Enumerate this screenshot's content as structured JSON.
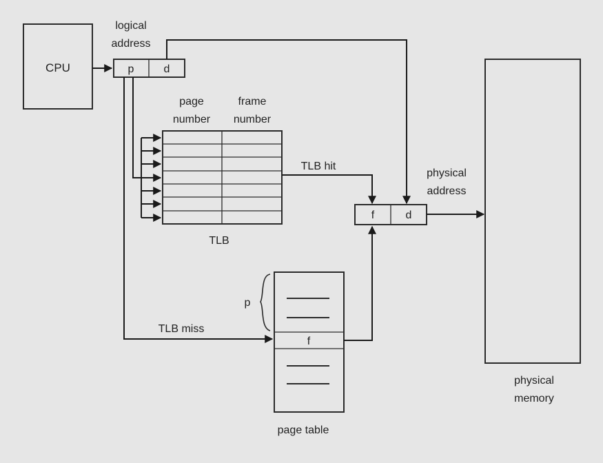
{
  "cpu": {
    "label": "CPU"
  },
  "logical_address": {
    "line1": "logical",
    "line2": "address",
    "p": "p",
    "d": "d"
  },
  "tlb": {
    "col1_line1": "page",
    "col1_line2": "number",
    "col2_line1": "frame",
    "col2_line2": "number",
    "label": "TLB",
    "hit_label": "TLB hit",
    "miss_label": "TLB miss"
  },
  "physical_address": {
    "line1": "physical",
    "line2": "address",
    "f": "f",
    "d": "d"
  },
  "page_table": {
    "label": "page table",
    "p": "p",
    "f": "f"
  },
  "physical_memory": {
    "line1": "physical",
    "line2": "memory"
  },
  "colors": {
    "background": "#e6e6e6",
    "stroke": "#2a2a2a"
  }
}
